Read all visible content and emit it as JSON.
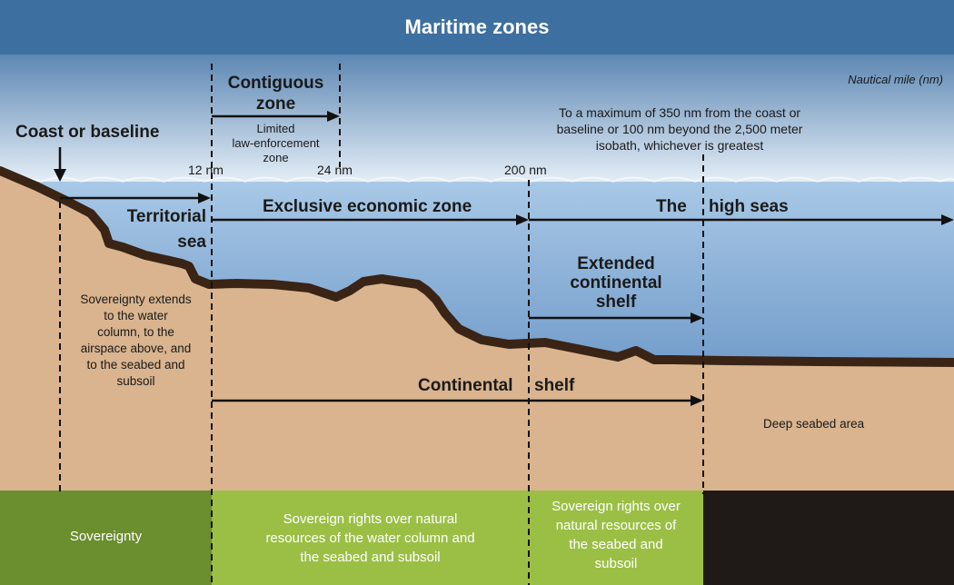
{
  "title": "Maritime zones",
  "unit_note": "Nautical mile (nm)",
  "labels": {
    "coast": "Coast or baseline",
    "contiguous": [
      "Contiguous",
      "zone"
    ],
    "contiguous_desc": [
      "Limited",
      "law-enforcement",
      "zone"
    ],
    "nm12": "12 nm",
    "nm24": "24 nm",
    "nm200": "200 nm",
    "limit_note": [
      "To a maximum of 350 nm from the coast or",
      "baseline or 100 nm beyond the 2,500 meter",
      "isobath, whichever is greatest"
    ],
    "territorial": [
      "Territorial",
      "sea"
    ],
    "eez": "Exclusive economic zone",
    "high_seas_1": "The",
    "high_seas_2": "high seas",
    "extended": [
      "Extended",
      "continental",
      "shelf"
    ],
    "sovereignty_desc": [
      "Sovereignty extends",
      "to the water",
      "column, to the",
      "airspace above, and",
      "to the seabed and",
      "subsoil"
    ],
    "cont_shelf_1": "Continental",
    "cont_shelf_2": "shelf",
    "deep_seabed": "Deep seabed area"
  },
  "bottom": {
    "sovereignty": "Sovereignty",
    "water_rights": [
      "Sovereign rights over natural",
      "resources of the water column and",
      "the seabed and subsoil"
    ],
    "seabed_rights": [
      "Sovereign rights over",
      "natural resources of",
      "the seabed and",
      "subsoil"
    ]
  },
  "colors": {
    "header": "#3d6fa0",
    "sky_top": "#5d87b3",
    "sky_bottom": "#e9f1f9",
    "sea_top": "#a8c8e6",
    "sea_bottom": "#4f80b8",
    "seabed": "#d9b48e",
    "seafloor_line": "#3a2416",
    "panel_sovereignty": "#6b8e2f",
    "panel_rights": "#9bbf45",
    "panel_dark": "#1f1a18"
  }
}
